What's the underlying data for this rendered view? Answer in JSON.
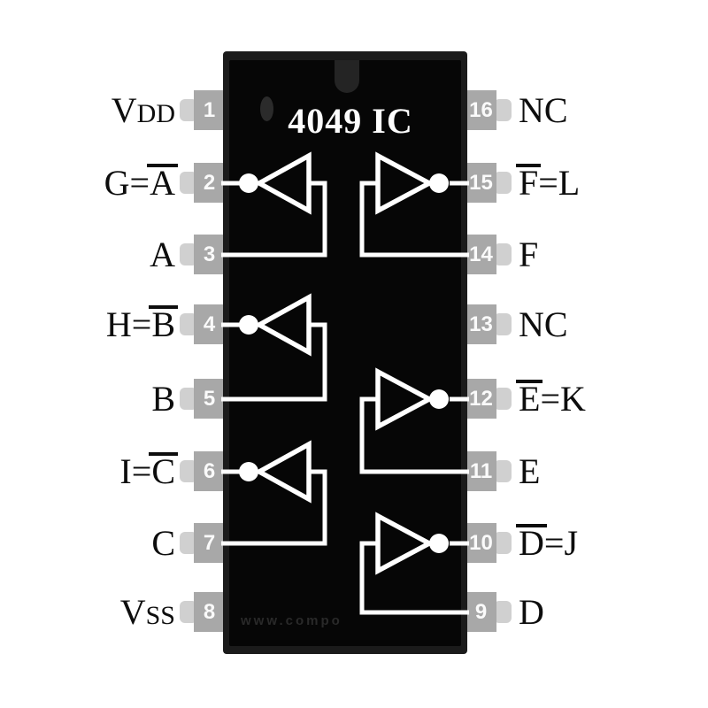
{
  "title": "4049 IC",
  "watermark": "www.compo",
  "chip": {
    "type": "hex inverting buffer pinout diagram",
    "package_pins": 16
  },
  "colors": {
    "body": "#060606",
    "body_frame": "#1b1b1b",
    "pin_block": "#a8a8a8",
    "pin_stub": "#d0d0d0",
    "wire": "#ffffff",
    "label_text": "#0d0d0d",
    "pin_number_text": "#fafafa"
  },
  "pins": {
    "left": [
      {
        "num": "1",
        "pre": "V",
        "small": "DD"
      },
      {
        "num": "2",
        "pre": "G=",
        "over": "A"
      },
      {
        "num": "3",
        "pre": "A"
      },
      {
        "num": "4",
        "pre": "H=",
        "over": "B"
      },
      {
        "num": "5",
        "pre": "B"
      },
      {
        "num": "6",
        "pre": "I=",
        "over": "C"
      },
      {
        "num": "7",
        "pre": "C"
      },
      {
        "num": "8",
        "pre": "V",
        "small": "SS"
      }
    ],
    "right": [
      {
        "num": "16",
        "pre": "NC"
      },
      {
        "num": "15",
        "over": "F",
        "post": "=L"
      },
      {
        "num": "14",
        "pre": "F"
      },
      {
        "num": "13",
        "pre": "NC"
      },
      {
        "num": "12",
        "over": "E",
        "post": "=K"
      },
      {
        "num": "11",
        "pre": "E"
      },
      {
        "num": "10",
        "over": "D",
        "post": "=J"
      },
      {
        "num": "9",
        "pre": "D"
      }
    ]
  },
  "gates": [
    {
      "side": "left",
      "output_pin": "2",
      "input_pin": "3"
    },
    {
      "side": "left",
      "output_pin": "4",
      "input_pin": "5"
    },
    {
      "side": "left",
      "output_pin": "6",
      "input_pin": "7"
    },
    {
      "side": "right",
      "output_pin": "15",
      "input_pin": "14"
    },
    {
      "side": "right",
      "output_pin": "12",
      "input_pin": "11"
    },
    {
      "side": "right",
      "output_pin": "10",
      "input_pin": "9"
    }
  ]
}
